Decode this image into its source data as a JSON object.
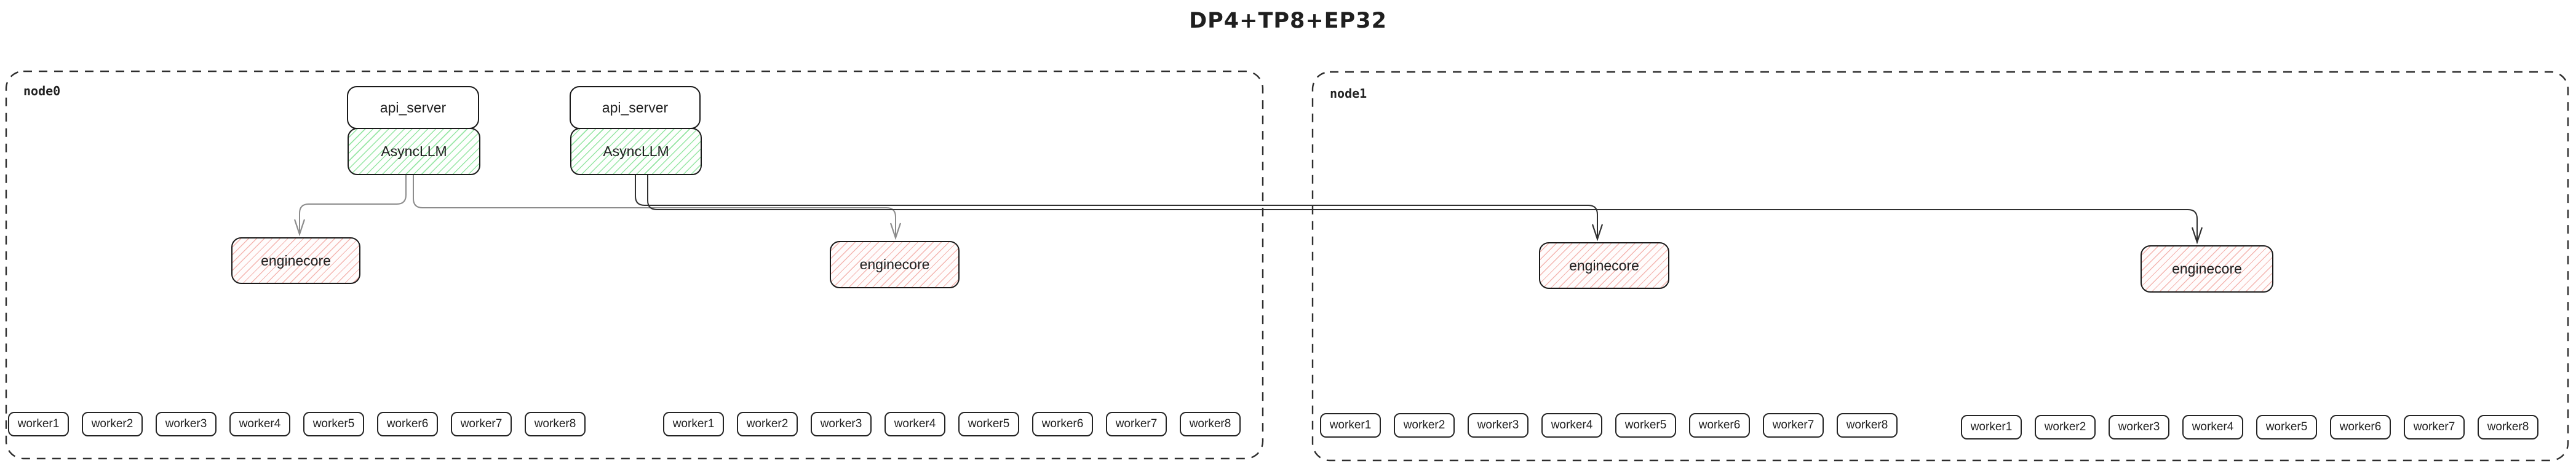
{
  "title": "DP4+TP8+EP32",
  "nodes": [
    {
      "label": "node0"
    },
    {
      "label": "node1"
    }
  ],
  "boxes": {
    "api_server": "api_server",
    "async_llm": "AsyncLLM",
    "enginecore": "enginecore"
  },
  "workers": [
    "worker1",
    "worker2",
    "worker3",
    "worker4",
    "worker5",
    "worker6",
    "worker7",
    "worker8"
  ],
  "edges": [
    {
      "from": "AsyncLLM-1 (node0)",
      "to": "enginecore-1 (node0)",
      "color": "#8c8c8c"
    },
    {
      "from": "AsyncLLM-1 (node0)",
      "to": "enginecore-2 (node0)",
      "color": "#8c8c8c"
    },
    {
      "from": "AsyncLLM-2 (node0)",
      "to": "enginecore-3 (node1)",
      "color": "#2f2f2f"
    },
    {
      "from": "AsyncLLM-2 (node0)",
      "to": "enginecore-4 (node1)",
      "color": "#2f2f2f"
    }
  ],
  "colors": {
    "background": "#ffffff",
    "box_border": "#1a1a1a",
    "node_border_dashed": "#2d2d2d",
    "green_hatch": "#96e6a4",
    "red_hatch": "#f4b5b0",
    "edge_gray": "#8c8c8c",
    "edge_dark": "#2f2f2f",
    "text": "#1f1f1f"
  }
}
